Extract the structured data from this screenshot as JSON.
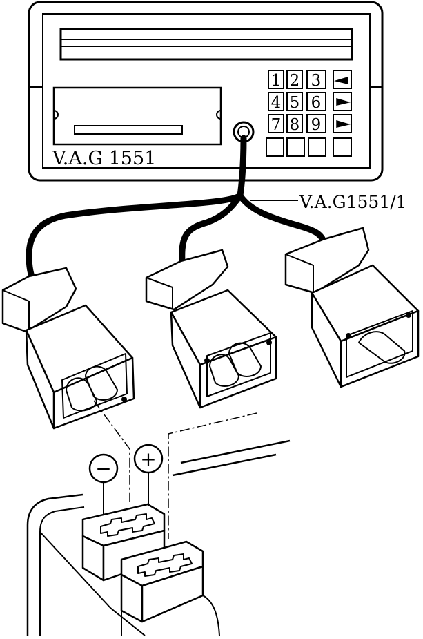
{
  "device": {
    "model_label": "V.A.G 1551",
    "keypad_keys": [
      "1",
      "2",
      "3",
      "4",
      "5",
      "6",
      "7",
      "8",
      "9"
    ]
  },
  "cable": {
    "label": "V.A.G1551/1"
  },
  "polarity": {
    "negative_symbol": "−",
    "positive_symbol": "+"
  }
}
